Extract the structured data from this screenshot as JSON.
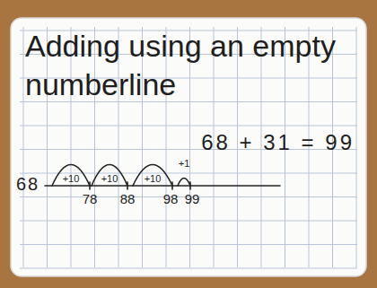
{
  "diagram": {
    "title": "Adding using an empty numberline",
    "labels": [
      "68 + 31 = 99",
      "68",
      "+10",
      "+10",
      "+10",
      "+1",
      "78",
      "88",
      "98",
      "99"
    ]
  }
}
